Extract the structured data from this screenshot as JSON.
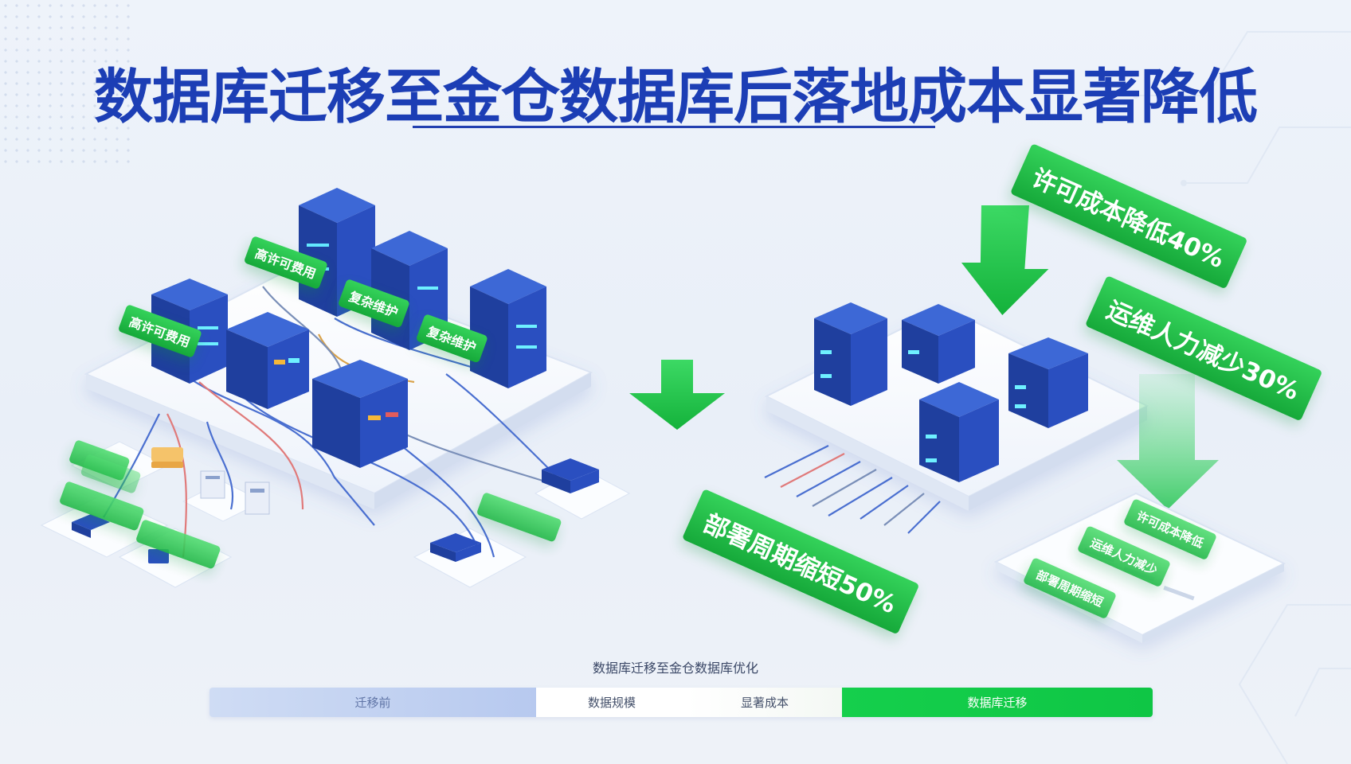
{
  "title": "数据库迁移至金仓数据库后落地成本显著降低",
  "left_tags": [
    "高许可费用",
    "高许可费用",
    "复杂维护",
    "复杂维护"
  ],
  "left_mini_tags": [
    "",
    "",
    "",
    "",
    ""
  ],
  "benefit_tags": {
    "license": "许可成本降低40%",
    "ops": "运维人力减少30%",
    "deploy": "部署周期缩短50%"
  },
  "panel_tags": [
    "许可成本降低",
    "运维人力减少",
    "部署周期缩短"
  ],
  "bottom": {
    "caption": "数据库迁移至金仓数据库优化",
    "segments": [
      "迁移前",
      "数据规模",
      "显著成本",
      "数据库迁移"
    ]
  },
  "colors": {
    "title": "#1c3eb5",
    "server_blue": "#2a4fc0",
    "accent_green": "#1fbd46",
    "bar_blue": "#c4d3f2",
    "bar_green": "#12cb48"
  }
}
